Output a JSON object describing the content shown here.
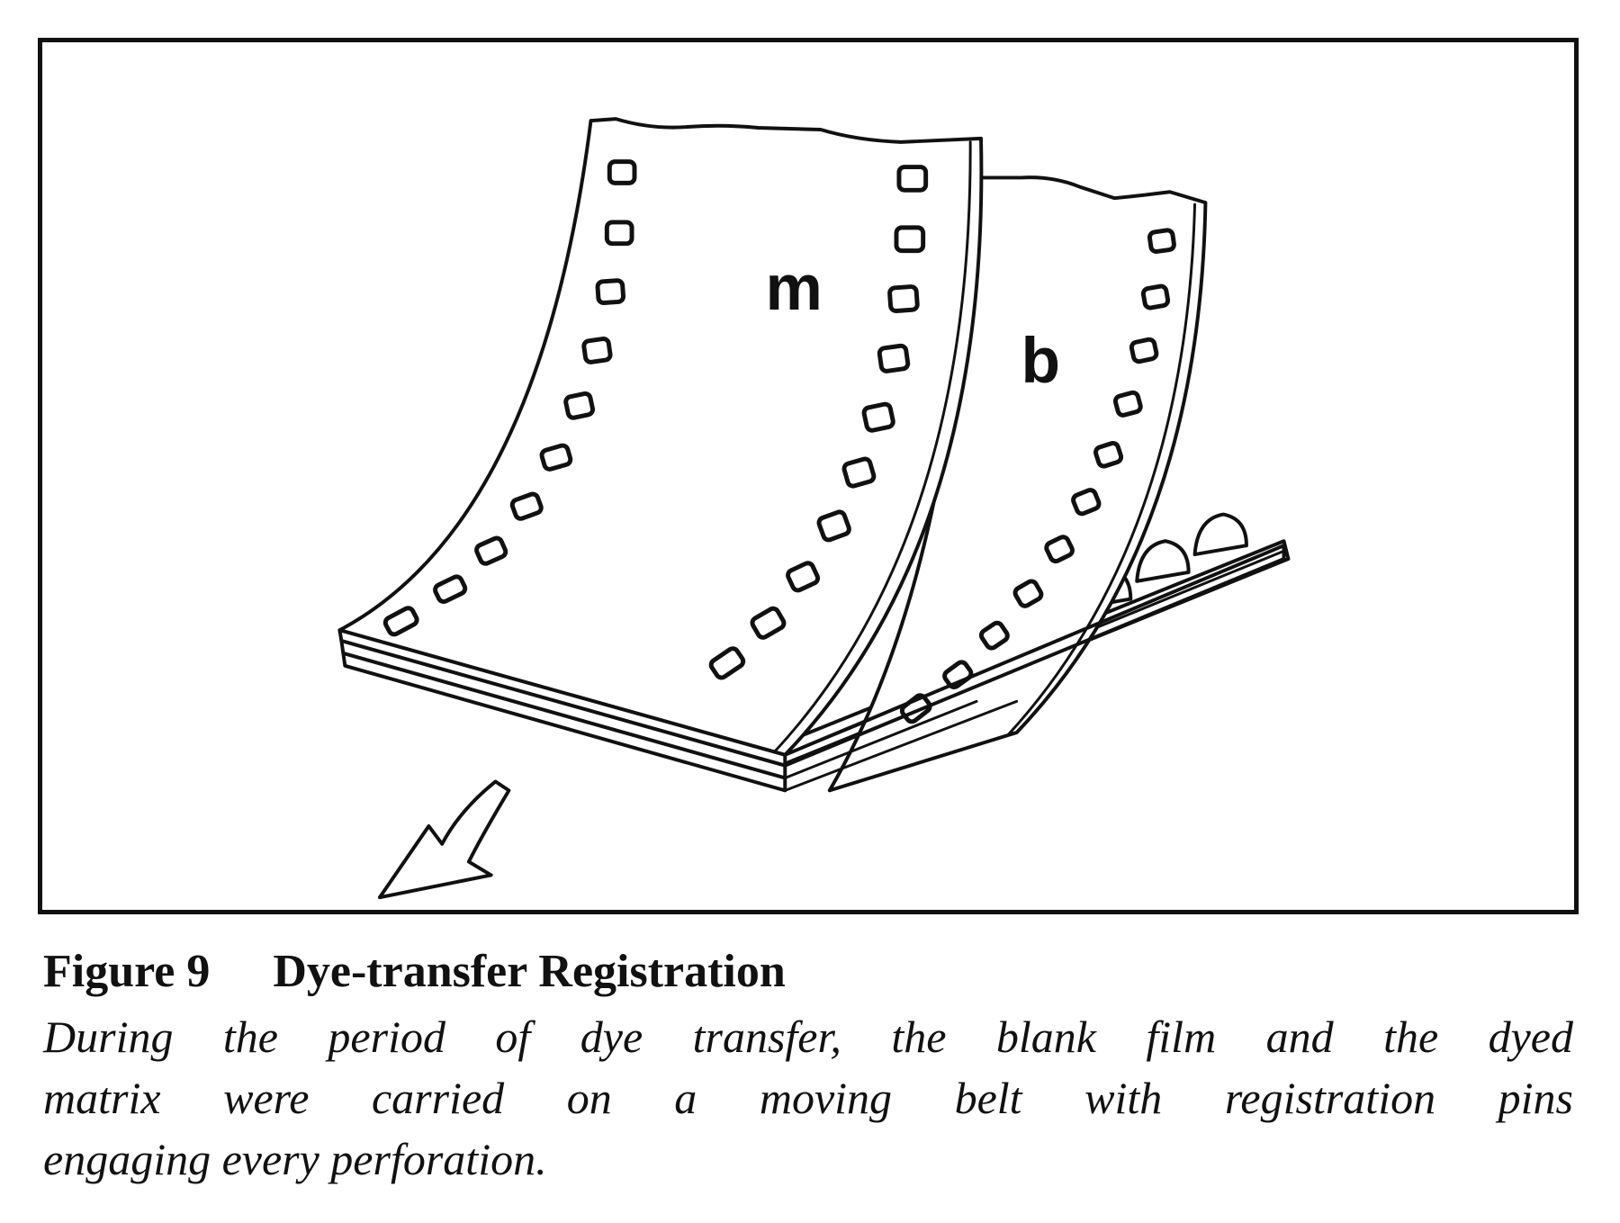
{
  "figure": {
    "number_label": "Figure 9",
    "title": "Dye-transfer Registration",
    "labels": {
      "film_m": "m",
      "film_b": "b"
    },
    "caption_lines": [
      "During the period of dye transfer, the blank film and the dyed",
      "matrix were carried on a moving belt with registration pins",
      "engaging every perforation."
    ],
    "colors": {
      "ink": "#111111",
      "paper": "#ffffff"
    }
  }
}
